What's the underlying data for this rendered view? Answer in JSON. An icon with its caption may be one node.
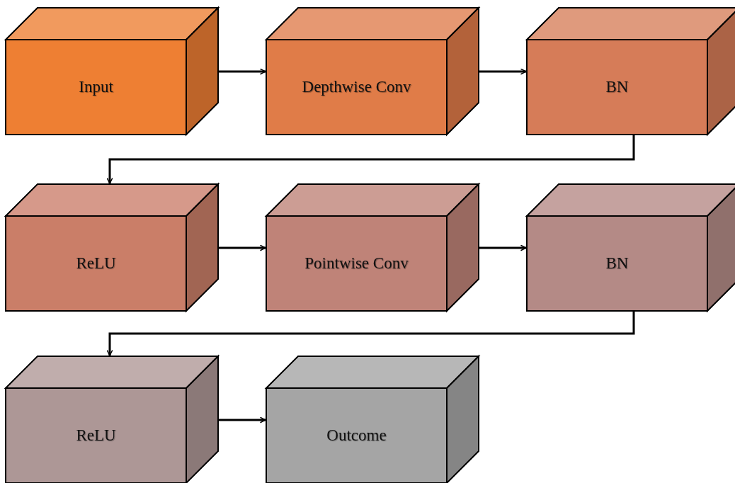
{
  "diagram": {
    "nodes": [
      {
        "text": [
          "Input"
        ]
      },
      {
        "text": [
          "Depthwise Conv"
        ]
      },
      {
        "text": [
          "BN"
        ]
      },
      {
        "text": [
          "ReLU"
        ]
      },
      {
        "text": [
          "Pointwise Conv"
        ]
      },
      {
        "text": [
          "BN"
        ]
      },
      {
        "text": [
          "ReLU"
        ]
      },
      {
        "text": [
          "Outcome"
        ]
      }
    ],
    "edges": [
      {
        "from": 0,
        "to": 1,
        "arrow": "to"
      },
      {
        "from": 1,
        "to": 2,
        "arrow": "to"
      },
      {
        "from": 2,
        "to": 3,
        "arrow": "to"
      },
      {
        "from": 3,
        "to": 4,
        "arrow": "to"
      },
      {
        "from": 4,
        "to": 5,
        "arrow": "to"
      },
      {
        "from": 5,
        "to": 6,
        "arrow": "to"
      },
      {
        "from": 6,
        "to": 7,
        "arrow": "to"
      }
    ]
  }
}
